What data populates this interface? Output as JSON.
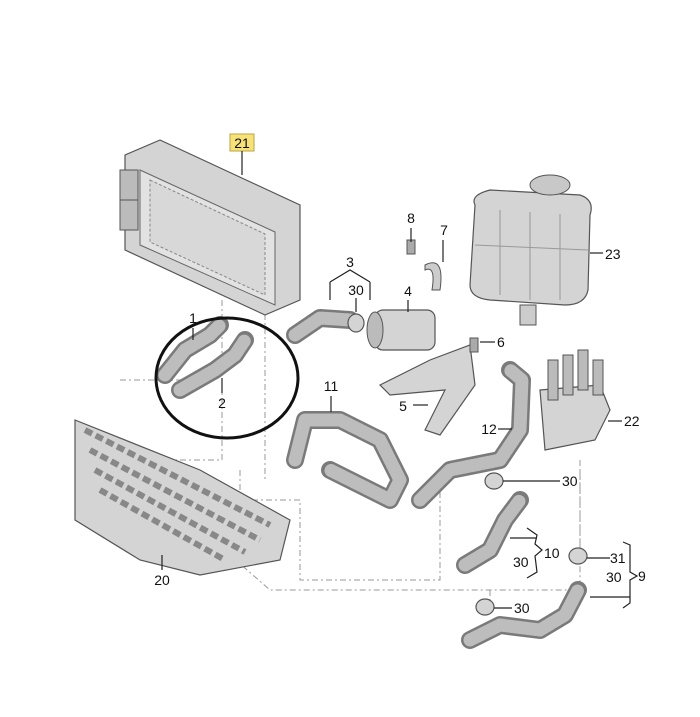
{
  "diagram": {
    "highlight_color": "#f7e27a",
    "highlighted_label": "21",
    "labels": {
      "l21": "21",
      "l8": "8",
      "l7": "7",
      "l23": "23",
      "l3": "3",
      "l30a": "30",
      "l4": "4",
      "l1": "1",
      "l6": "6",
      "l2": "2",
      "l11": "11",
      "l5": "5",
      "l12": "12",
      "l22": "22",
      "l30b": "30",
      "l20": "20",
      "l10": "10",
      "l30c": "30",
      "l31": "31",
      "l30d": "30",
      "l9": "9",
      "l30e": "30"
    }
  }
}
